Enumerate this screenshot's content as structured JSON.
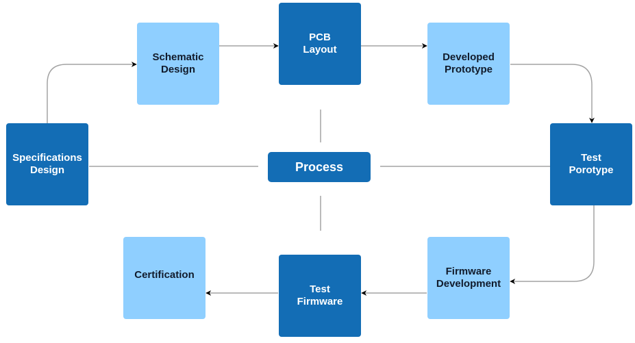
{
  "diagram": {
    "center": "Process",
    "nodes": {
      "specifications": "Specifications\nDesign",
      "schematic": "Schematic\nDesign",
      "pcb": "PCB\nLayout",
      "developed": "Developed\nPrototype",
      "test_prototype": "Test\nPorotype",
      "firmware_dev": "Firmware\nDevelopment",
      "test_firmware": "Test\nFirmware",
      "certification": "Certification"
    },
    "flow": [
      [
        "specifications",
        "schematic"
      ],
      [
        "schematic",
        "pcb"
      ],
      [
        "pcb",
        "developed"
      ],
      [
        "developed",
        "test_prototype"
      ],
      [
        "test_prototype",
        "firmware_dev"
      ],
      [
        "firmware_dev",
        "test_firmware"
      ],
      [
        "test_firmware",
        "certification"
      ]
    ],
    "colors": {
      "dark": "#136db5",
      "light": "#8fcfff",
      "connector": "#a3a3a3",
      "arrowhead": "#000000"
    }
  }
}
